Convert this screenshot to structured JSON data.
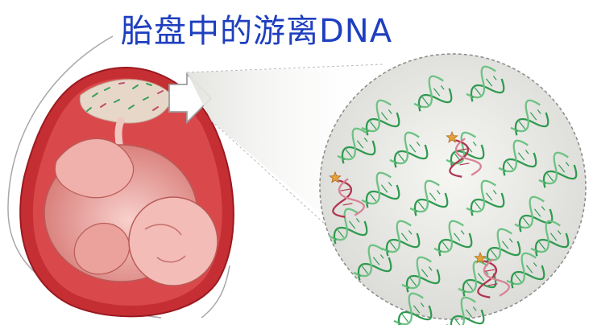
{
  "title": "胎盘中的游离DNA",
  "icons": {
    "uterus": "uterus-with-fetus-illustration",
    "arrow": "outline-arrow-icon",
    "dna_circle": "magnified-dna-circle",
    "fetal_marker": "star-icon"
  },
  "colors": {
    "title": "#1f3fbf",
    "maternal_dna": "#3aa15a",
    "fetal_dna": "#c0506a",
    "star": "#e7a13a",
    "uterus": "#b7242a",
    "fetus": "#f3b9b4"
  }
}
